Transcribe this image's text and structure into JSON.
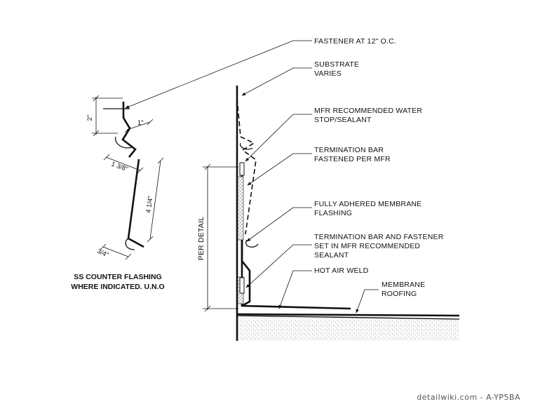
{
  "callouts": {
    "fastener": "FASTENER AT 12\" O.C.",
    "substrate_l1": "SUBSTRATE",
    "substrate_l2": "VARIES",
    "water_stop_l1": "MFR RECOMMENDED WATER",
    "water_stop_l2": "STOP/SEALANT",
    "term_bar_l1": "TERMINATION BAR",
    "term_bar_l2": "FASTENED PER MFR",
    "membrane_flashing_l1": "FULLY ADHERED MEMBRANE",
    "membrane_flashing_l2": "FLASHING",
    "term_bar_fastener_l1": "TERMINATION BAR AND FASTENER",
    "term_bar_fastener_l2": "SET IN MFR RECOMMENDED",
    "term_bar_fastener_l3": "SEALANT",
    "hot_air_weld": "HOT AIR WELD",
    "membrane_roofing_l1": "MEMBRANE",
    "membrane_roofing_l2": "ROOFING"
  },
  "dimensions": {
    "d_2in": "2\"",
    "d_1in": "1\"",
    "d_1_3_8": "1 3/8\"",
    "d_4_1_4": "4 1/4\"",
    "d_3_4": "3/4\"",
    "per_detail": "PER DETAIL"
  },
  "caption": {
    "line1": "SS COUNTER FLASHING",
    "line2": "WHERE INDICATED. U.N.O"
  },
  "watermark": "detailwiki.com - A-YP5BA"
}
